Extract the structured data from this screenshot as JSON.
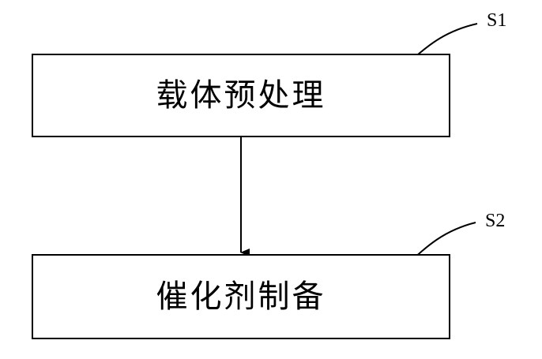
{
  "diagram": {
    "steps": [
      {
        "label": "S1",
        "text": "载体预处理"
      },
      {
        "label": "S2",
        "text": "催化剂制备"
      }
    ],
    "colors": {
      "stroke": "#000000",
      "background": "#ffffff"
    }
  }
}
